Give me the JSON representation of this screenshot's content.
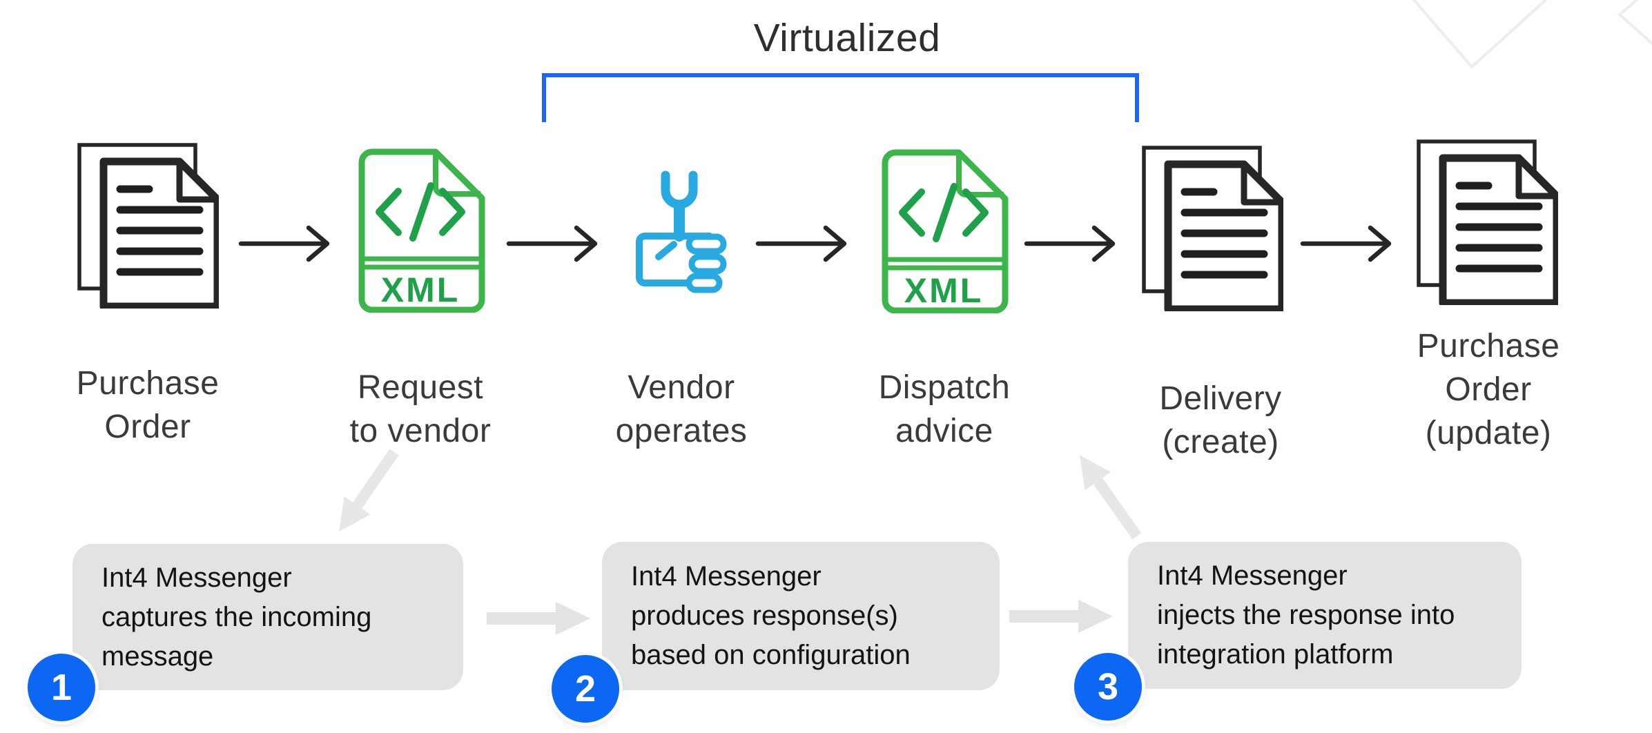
{
  "bracket": {
    "label": "Virtualized"
  },
  "steps": [
    {
      "name": "purchase-order",
      "icon": "documents-icon",
      "lines": [
        "Purchase",
        "Order"
      ]
    },
    {
      "name": "request-to-vendor",
      "icon": "xml-file-icon",
      "lines": [
        "Request",
        "to vendor"
      ]
    },
    {
      "name": "vendor-operates",
      "icon": "wrench-hand-icon",
      "lines": [
        "Vendor",
        "operates"
      ]
    },
    {
      "name": "dispatch-advice",
      "icon": "xml-file-icon",
      "lines": [
        "Dispatch",
        "advice"
      ]
    },
    {
      "name": "delivery-create",
      "icon": "documents-icon",
      "lines": [
        "Delivery",
        "(create)"
      ]
    },
    {
      "name": "purchase-order-update",
      "icon": "documents-icon",
      "lines": [
        "Purchase",
        "Order",
        "(update)"
      ]
    }
  ],
  "xml_badge": "XML",
  "code_glyph": "</>",
  "callouts": [
    {
      "number": "1",
      "lines": [
        "Int4 Messenger",
        "captures the incoming",
        "message"
      ]
    },
    {
      "number": "2",
      "lines": [
        "Int4 Messenger",
        "produces response(s)",
        "based on configuration"
      ]
    },
    {
      "number": "3",
      "lines": [
        "Int4 Messenger",
        "injects the response into",
        "integration platform"
      ]
    }
  ],
  "colors": {
    "green_outline": "#3cb54a",
    "green_glyph": "#1fa14a",
    "blue_icon": "#29a9e1",
    "blue_bracket": "#1b67f4",
    "blue_badge": "#0c68f3",
    "callout_bg": "#e3e3e4",
    "gray_arrow": "#e5e5e6",
    "arrow_ink": "#262626",
    "label_ink": "#3a3a3a"
  }
}
